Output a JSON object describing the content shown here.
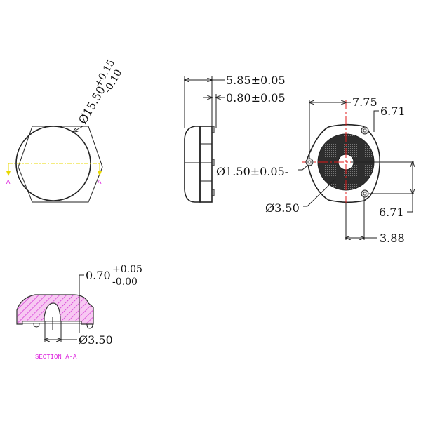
{
  "drawing": {
    "title": "LED lens technical drawing",
    "colors": {
      "line": "#222222",
      "center_line": "#e01818",
      "section_line": "#e8d800",
      "hatch": "#dd22dd",
      "section_fill": "#f7c8f2",
      "mesh": "#333333"
    }
  },
  "front_view": {
    "diameter_label": "Ø15.50",
    "tol_plus": "+0.15",
    "tol_minus": "-0.10",
    "section_marker_left": "A",
    "section_marker_right": "A"
  },
  "side_view": {
    "overall_height": "5.85±0.05",
    "foot_height": "0.80±0.05",
    "pin_diameter": "Ø1.50±0.05-"
  },
  "back_view": {
    "dim_center_to_pin": "7.75",
    "dim_top_pin": "6.71",
    "dim_bottom_pin": "6.71",
    "dim_pin_offset": "3.88",
    "center_hole": "Ø3.50"
  },
  "section_view": {
    "recess_depth_base": "0.70",
    "recess_tol_plus": "+0.05",
    "recess_tol_minus": "-0.00",
    "cavity_diameter": "Ø3.50",
    "caption": "SECTION A-A"
  }
}
